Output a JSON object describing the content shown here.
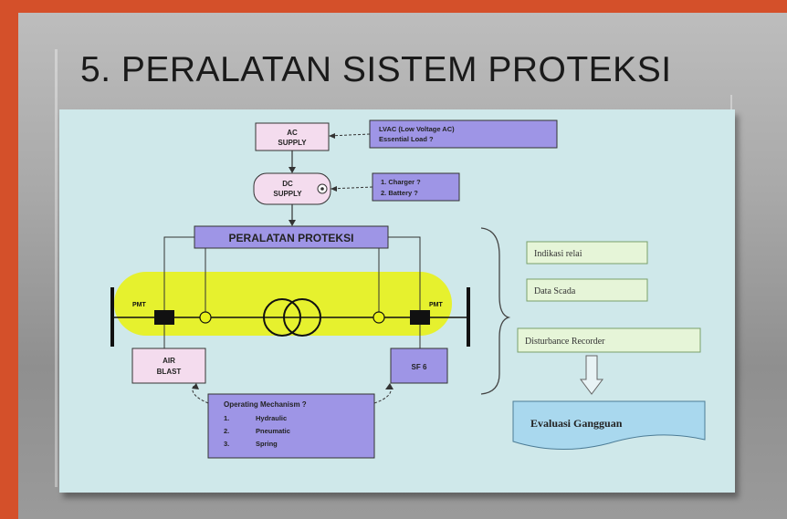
{
  "slide": {
    "title": "5. PERALATAN  SISTEM PROTEKSI"
  },
  "diagram": {
    "ac_supply": [
      "AC",
      "SUPPLY"
    ],
    "ac_note": [
      "LVAC (Low Voltage AC)",
      "Essential Load ?"
    ],
    "dc_supply": [
      "DC",
      "SUPPLY"
    ],
    "dc_note": [
      "1. Charger ?",
      "2. Battery ?"
    ],
    "protection_label": "PERALATAN PROTEKSI",
    "pmt_left": "PMT",
    "pmt_right": "PMT",
    "air_blast": [
      "AIR",
      "BLAST"
    ],
    "sf6": "SF 6",
    "operating": {
      "title": "Operating Mechanism ?",
      "items": [
        {
          "num": "1.",
          "label": "Hydraulic"
        },
        {
          "num": "2.",
          "label": "Pneumatic"
        },
        {
          "num": "3.",
          "label": "Spring"
        }
      ]
    },
    "right_boxes": {
      "indikasi": "Indikasi relai",
      "data_scada": "Data Scada",
      "disturbance": "Disturbance Recorder",
      "evaluasi": "Evaluasi Gangguan"
    }
  },
  "colors": {
    "accent_orange": "#d4502a",
    "panel_bg": "#cfe8ea",
    "box_purple": "#9e95e6",
    "box_pink": "#f4dcee",
    "highlight": "#e8f21a"
  }
}
